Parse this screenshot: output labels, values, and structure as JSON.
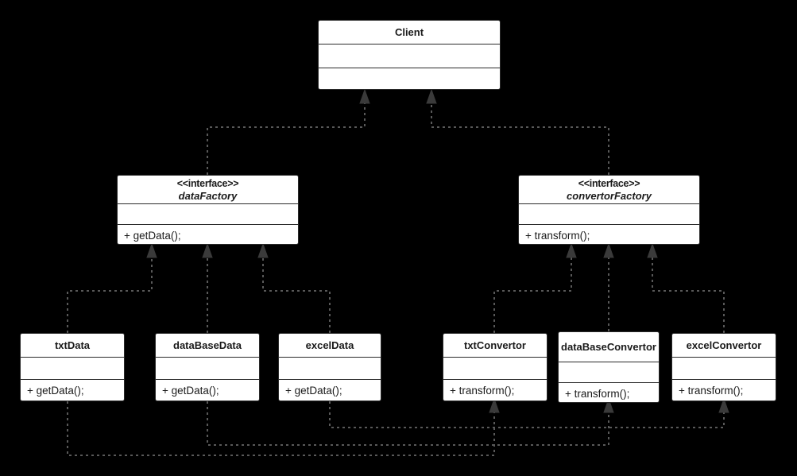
{
  "diagram": {
    "type": "uml-class-diagram",
    "background_color": "#000000",
    "box_fill": "#ffffff",
    "box_border": "#2b2b2b",
    "link_color": "#595959",
    "arrow_color": "#3a3a3a",
    "link_style": "dashed realization"
  },
  "classes": {
    "client": {
      "name": "Client",
      "attributes": "",
      "operations": ""
    },
    "data_factory": {
      "stereotype": "<<interface>>",
      "name": "dataFactory",
      "attributes": "",
      "operations": "+ getData();"
    },
    "convertor_factory": {
      "stereotype": "<<interface>>",
      "name": "convertorFactory",
      "attributes": "",
      "operations": "+ transform();"
    },
    "txt_data": {
      "name": "txtData",
      "attributes": "",
      "operations": "+ getData();"
    },
    "database_data": {
      "name": "dataBaseData",
      "attributes": "",
      "operations": "+ getData();"
    },
    "excel_data": {
      "name": "excelData",
      "attributes": "",
      "operations": "+ getData();"
    },
    "txt_convertor": {
      "name": "txtConvertor",
      "attributes": "",
      "operations": "+ transform();"
    },
    "database_convertor": {
      "name": "dataBaseConvertor",
      "attributes": "",
      "operations": "+ transform();"
    },
    "excel_convertor": {
      "name": "excelConvertor",
      "attributes": "",
      "operations": "+ transform();"
    }
  },
  "relationships": [
    {
      "from": "dataFactory",
      "to": "Client",
      "kind": "dashed-arrow"
    },
    {
      "from": "convertorFactory",
      "to": "Client",
      "kind": "dashed-arrow"
    },
    {
      "from": "txtData",
      "to": "dataFactory",
      "kind": "realization"
    },
    {
      "from": "dataBaseData",
      "to": "dataFactory",
      "kind": "realization"
    },
    {
      "from": "excelData",
      "to": "dataFactory",
      "kind": "realization"
    },
    {
      "from": "txtConvertor",
      "to": "convertorFactory",
      "kind": "realization"
    },
    {
      "from": "dataBaseConvertor",
      "to": "convertorFactory",
      "kind": "realization"
    },
    {
      "from": "excelConvertor",
      "to": "convertorFactory",
      "kind": "realization"
    },
    {
      "from": "txtData",
      "to": "txtConvertor",
      "kind": "dashed-arrow"
    },
    {
      "from": "dataBaseData",
      "to": "dataBaseConvertor",
      "kind": "dashed-arrow"
    },
    {
      "from": "excelData",
      "to": "excelConvertor",
      "kind": "dashed-arrow"
    }
  ]
}
